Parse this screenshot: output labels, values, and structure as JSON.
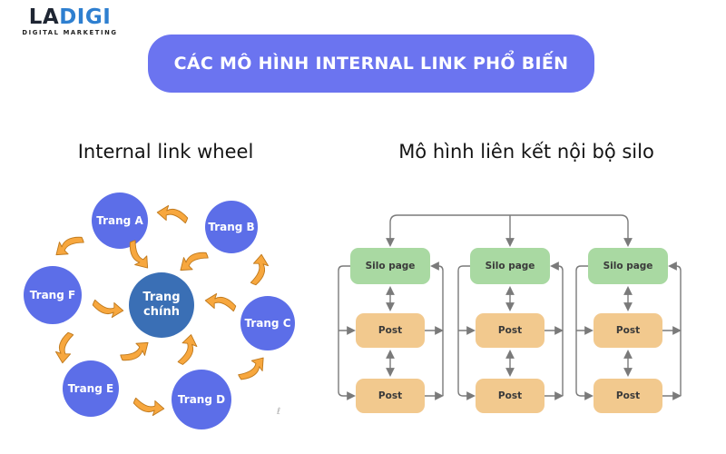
{
  "logo": {
    "brand_dark": "LA",
    "brand_blue": "DIGI",
    "tagline": "DIGITAL MARKETING",
    "dark_color": "#1F2633",
    "blue_color": "#2E7FD0"
  },
  "banner": {
    "title": "CÁC MÔ HÌNH INTERNAL LINK PHỔ BIẾN",
    "bg_color": "#6B74F0",
    "text_color": "#FFFFFF"
  },
  "sections": {
    "wheel": {
      "heading": "Internal link wheel",
      "center_node": {
        "label": "Trang chính",
        "color": "#3A6FB5"
      },
      "nodes": [
        {
          "label": "Trang A"
        },
        {
          "label": "Trang B"
        },
        {
          "label": "Trang C"
        },
        {
          "label": "Trang D"
        },
        {
          "label": "Trang E"
        },
        {
          "label": "Trang F"
        }
      ],
      "node_color": "#5C6EE8",
      "arrow_color": "#F7A73E",
      "arrow_outline_color": "#C07A1E",
      "watermark": "ℓ"
    },
    "silo": {
      "heading": "Mô hình liên kết nội bộ silo",
      "columns": [
        {
          "silo_label": "Silo page",
          "posts": [
            "Post",
            "Post"
          ]
        },
        {
          "silo_label": "Silo page",
          "posts": [
            "Post",
            "Post"
          ]
        },
        {
          "silo_label": "Silo page",
          "posts": [
            "Post",
            "Post"
          ]
        }
      ],
      "silo_color": "#A9D9A2",
      "post_color": "#F2C98E",
      "line_color": "#7A7A7A"
    }
  }
}
